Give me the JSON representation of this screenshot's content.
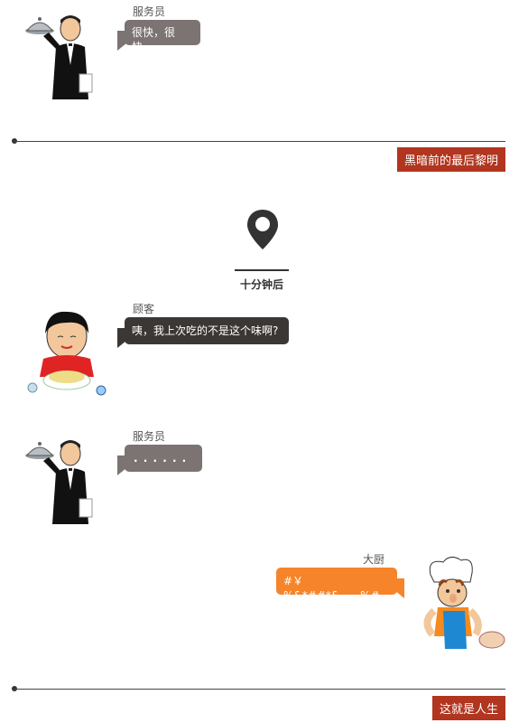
{
  "messages": [
    {
      "speaker": "服务员",
      "text": "很快，很快..."
    },
    {
      "speaker": "顾客",
      "text": "咦，我上次吃的不是这个味啊?"
    },
    {
      "speaker": "服务员",
      "text": ". . . . . ."
    },
    {
      "speaker": "大厨",
      "text": "#￥%&*##*&......%#"
    }
  ],
  "sections": {
    "tag1": "黑暗前的最后黎明",
    "time_label": "十分钟后",
    "tag2": "这就是人生"
  },
  "icons": {
    "location": "location-pin-icon"
  },
  "colors": {
    "bubble_gray": "#7b7473",
    "bubble_dark": "#3b3734",
    "bubble_orange": "#f5842a",
    "tag_red": "#b1351f"
  }
}
